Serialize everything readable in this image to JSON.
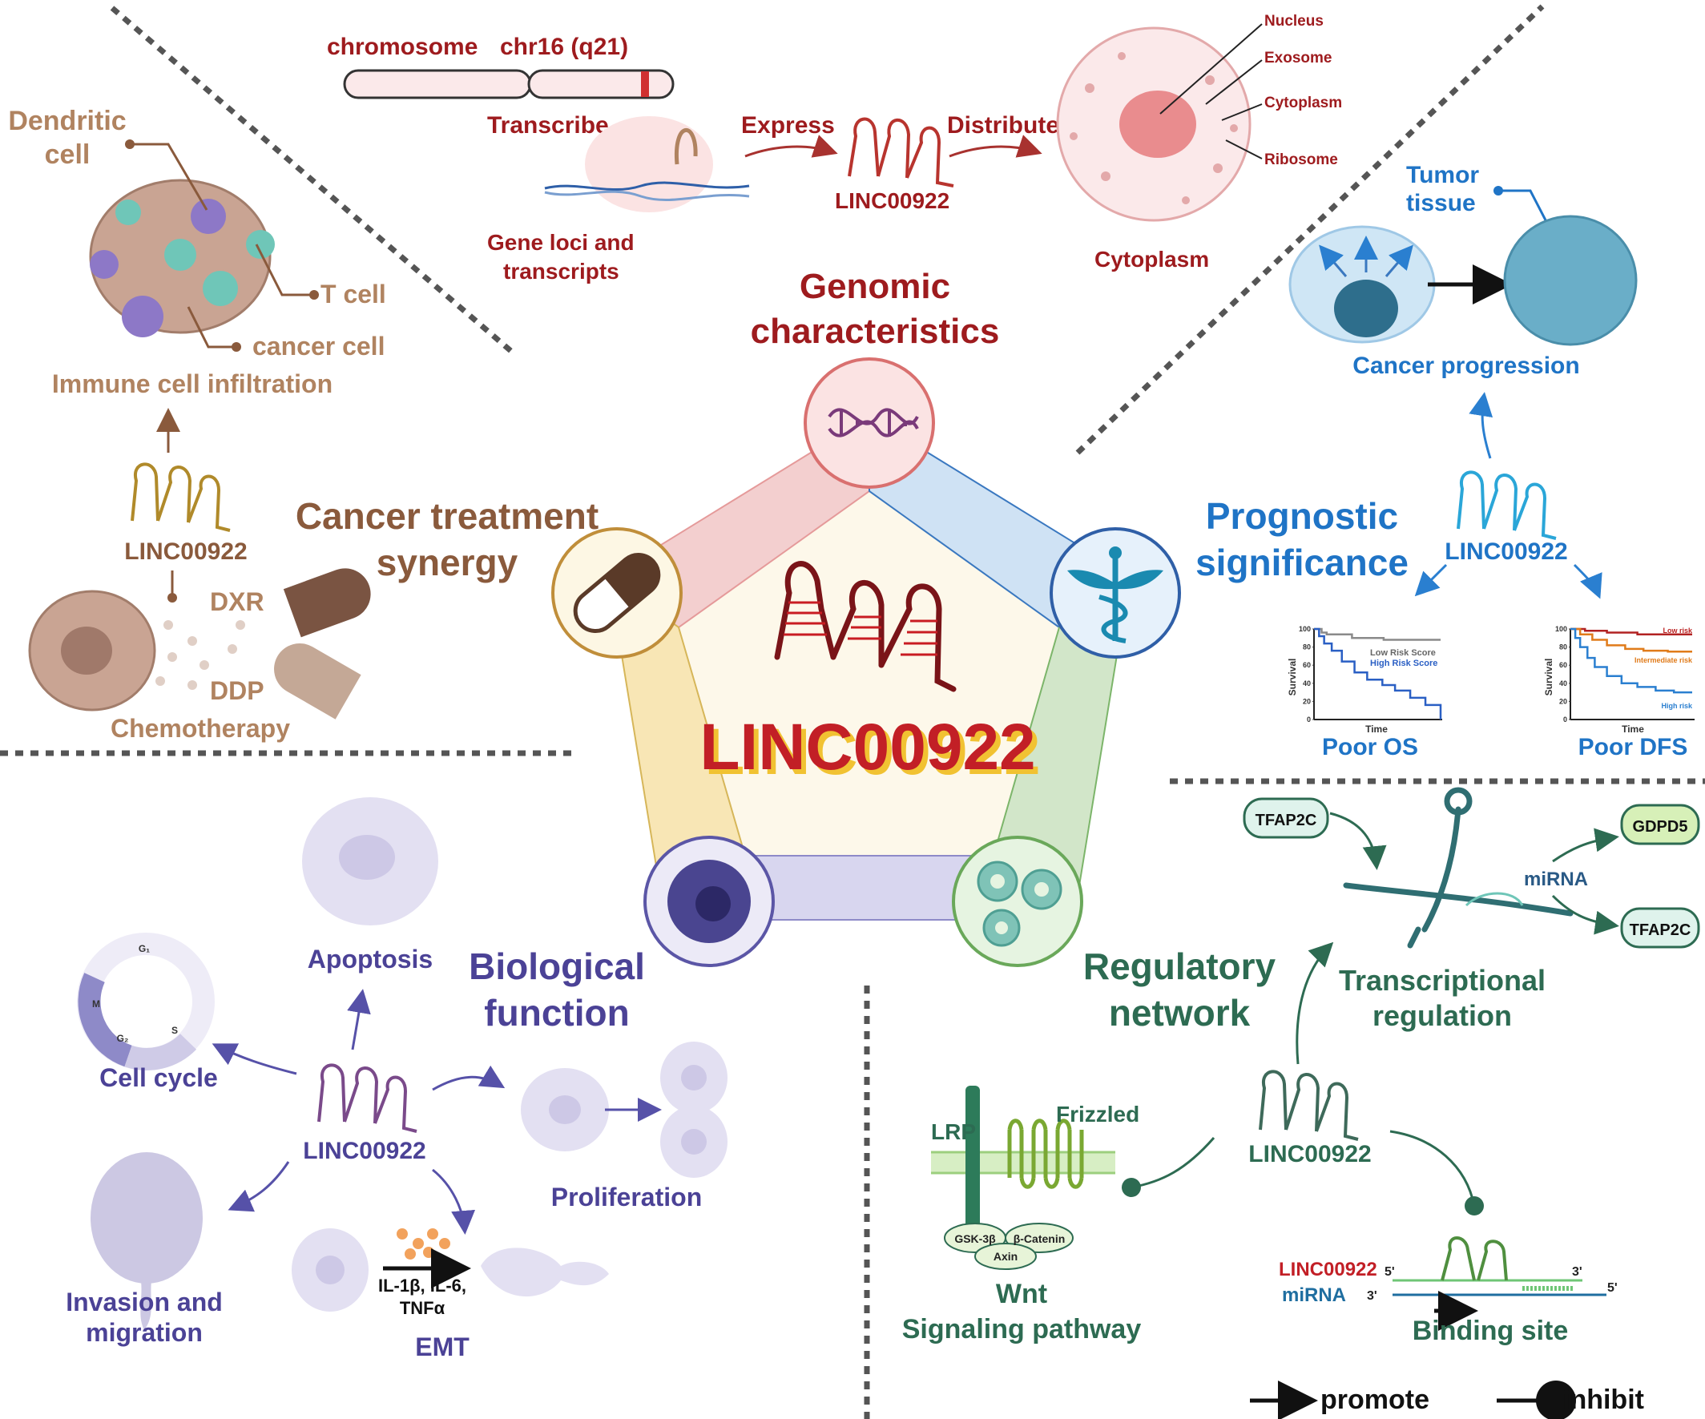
{
  "center": {
    "title": "LINC00922"
  },
  "genomic": {
    "heading_line1": "Genomic",
    "heading_line2": "characteristics",
    "chromosome_label": "chromosome",
    "chr_label": "chr16 (q21)",
    "transcribe": "Transcribe",
    "express": "Express",
    "distribute": "Distribute",
    "gene_loci_line1": "Gene loci and",
    "gene_loci_line2": "transcripts",
    "lnc_label": "LINC00922",
    "cytoplasm_bottom": "Cytoplasm",
    "cell_parts": [
      "Nucleus",
      "Exosome",
      "Cytoplasm",
      "Ribosome"
    ]
  },
  "prognostic": {
    "heading_line1": "Prognostic",
    "heading_line2": "significance",
    "tumor_line1": "Tumor",
    "tumor_line2": "tissue",
    "cancer_progression": "Cancer progression",
    "lnc_label": "LINC00922",
    "poor_os": "Poor OS",
    "poor_dfs": "Poor DFS",
    "os_legend_low": "Low Risk Score",
    "os_legend_high": "High Risk Score",
    "dfs_low": "Low risk",
    "dfs_intermediate": "Intermediate risk",
    "dfs_high": "High risk",
    "axis_survival": "Survival",
    "axis_time": "Time",
    "y_ticks": [
      "100",
      "80",
      "60",
      "40",
      "20",
      "0"
    ]
  },
  "treatment": {
    "heading_line1": "Cancer treatment",
    "heading_line2": "synergy",
    "dendritic_line1": "Dendritic",
    "dendritic_line2": "cell",
    "t_cell": "T cell",
    "cancer_cell": "cancer cell",
    "immune": "Immune cell infiltration",
    "lnc_label": "LINC00922",
    "dxr": "DXR",
    "ddp": "DDP",
    "chemo": "Chemotherapy"
  },
  "biological": {
    "heading_line1": "Biological",
    "heading_line2": "function",
    "apoptosis": "Apoptosis",
    "cell_cycle": "Cell cycle",
    "lnc_label": "LINC00922",
    "proliferation": "Proliferation",
    "invasion_line1": "Invasion and",
    "invasion_line2": "migration",
    "cytokines_line1": "IL-1β, IL-6,",
    "cytokines_line2": "TNFα",
    "emt": "EMT",
    "phases": [
      "G₁",
      "S",
      "G₂",
      "M"
    ]
  },
  "regulatory": {
    "heading_line1": "Regulatory",
    "heading_line2": "network",
    "tfap2c_top": "TFAP2C",
    "gdpd5": "GDPD5",
    "tfap2c_right": "TFAP2C",
    "mirna": "miRNA",
    "transcriptional_line1": "Transcriptional",
    "transcriptional_line2": "regulation",
    "lnc_label": "LINC00922",
    "lrp": "LRP",
    "frizzled": "Frizzled",
    "gsk": "GSK-3β",
    "bcatenin": "β-Catenin",
    "axin": "Axin",
    "wnt_line1": "Wnt",
    "wnt_line2": "Signaling pathway",
    "bind_lnc": "LINC00922",
    "bind_mirna": "miRNA",
    "five_prime": "5'",
    "three_prime": "3'",
    "binding_site": "Binding site"
  },
  "legend": {
    "promote": "promote",
    "inhibit": "inhibit"
  },
  "colors": {
    "genomic": "#9e1b1e",
    "prognostic": "#1f74c6",
    "treatment": "#8a5a3c",
    "biological": "#4b4296",
    "regulatory": "#2d6b52"
  },
  "chart_data": [
    {
      "type": "line",
      "title": "",
      "xlabel": "Time",
      "ylabel": "Survival",
      "ylim": [
        0,
        100
      ],
      "y_ticks": [
        0,
        20,
        40,
        60,
        80,
        100
      ],
      "series": [
        {
          "name": "Low Risk Score",
          "x": [
            0,
            6,
            10,
            16,
            30,
            42,
            55,
            100
          ],
          "y": [
            100,
            96,
            94,
            94,
            90,
            90,
            88,
            88
          ]
        },
        {
          "name": "High Risk Score",
          "x": [
            0,
            4,
            8,
            14,
            22,
            32,
            42,
            54,
            64,
            76,
            88,
            100
          ],
          "y": [
            100,
            92,
            84,
            76,
            64,
            52,
            44,
            38,
            32,
            24,
            16,
            0
          ]
        }
      ]
    },
    {
      "type": "line",
      "title": "",
      "xlabel": "Time",
      "ylabel": "Survival",
      "ylim": [
        0,
        100
      ],
      "y_ticks": [
        0,
        20,
        40,
        60,
        80,
        100
      ],
      "series": [
        {
          "name": "Low risk",
          "x": [
            0,
            12,
            30,
            55,
            100
          ],
          "y": [
            100,
            98,
            96,
            94,
            94
          ]
        },
        {
          "name": "Intermediate risk",
          "x": [
            0,
            8,
            18,
            30,
            45,
            60,
            80,
            100
          ],
          "y": [
            100,
            94,
            88,
            82,
            78,
            76,
            75,
            75
          ]
        },
        {
          "name": "High risk",
          "x": [
            0,
            4,
            8,
            14,
            20,
            30,
            42,
            55,
            70,
            85,
            100
          ],
          "y": [
            100,
            90,
            80,
            68,
            58,
            48,
            40,
            36,
            32,
            30,
            30
          ]
        }
      ]
    }
  ]
}
